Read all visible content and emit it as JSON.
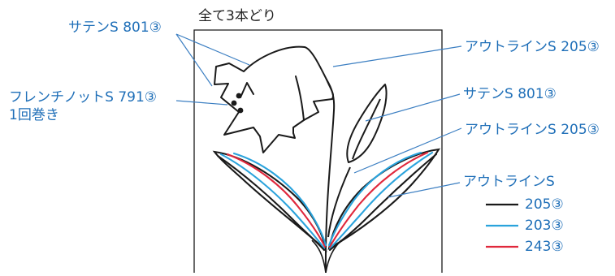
{
  "header": {
    "text": "全て3本どり"
  },
  "labels": {
    "satin_left": "サテンS 801③",
    "french_knot_line1": "フレンチノットS 791③",
    "french_knot_line2": "1回巻き",
    "outline_stem": "アウトラインS 205③",
    "satin_bud": "サテンS 801③",
    "outline_bud_stem": "アウトラインS 205③",
    "outline_leaves": "アウトラインS"
  },
  "legend": [
    {
      "value": "205③",
      "color": "#1a1a1a"
    },
    {
      "value": "203③",
      "color": "#2aa3dc"
    },
    {
      "value": "243③",
      "color": "#e0283c"
    }
  ],
  "colors": {
    "label_blue": "#1f6fb8",
    "leader_line": "#3c7fc2",
    "outline": "#1a1a1a"
  }
}
